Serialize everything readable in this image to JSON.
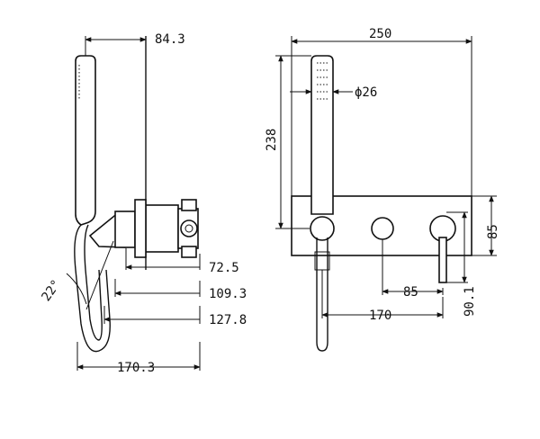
{
  "side_view": {
    "dim_top": "84.3",
    "dim_angle": "22°",
    "dim_72": "72.5",
    "dim_109": "109.3",
    "dim_127": "127.8",
    "dim_bottom": "170.3"
  },
  "front_view": {
    "dim_width": "250",
    "dim_diameter": "ϕ26",
    "dim_height": "238",
    "dim_plate_height": "85",
    "dim_spacing": "85",
    "dim_spout": "170",
    "dim_vertical": "90.1"
  }
}
